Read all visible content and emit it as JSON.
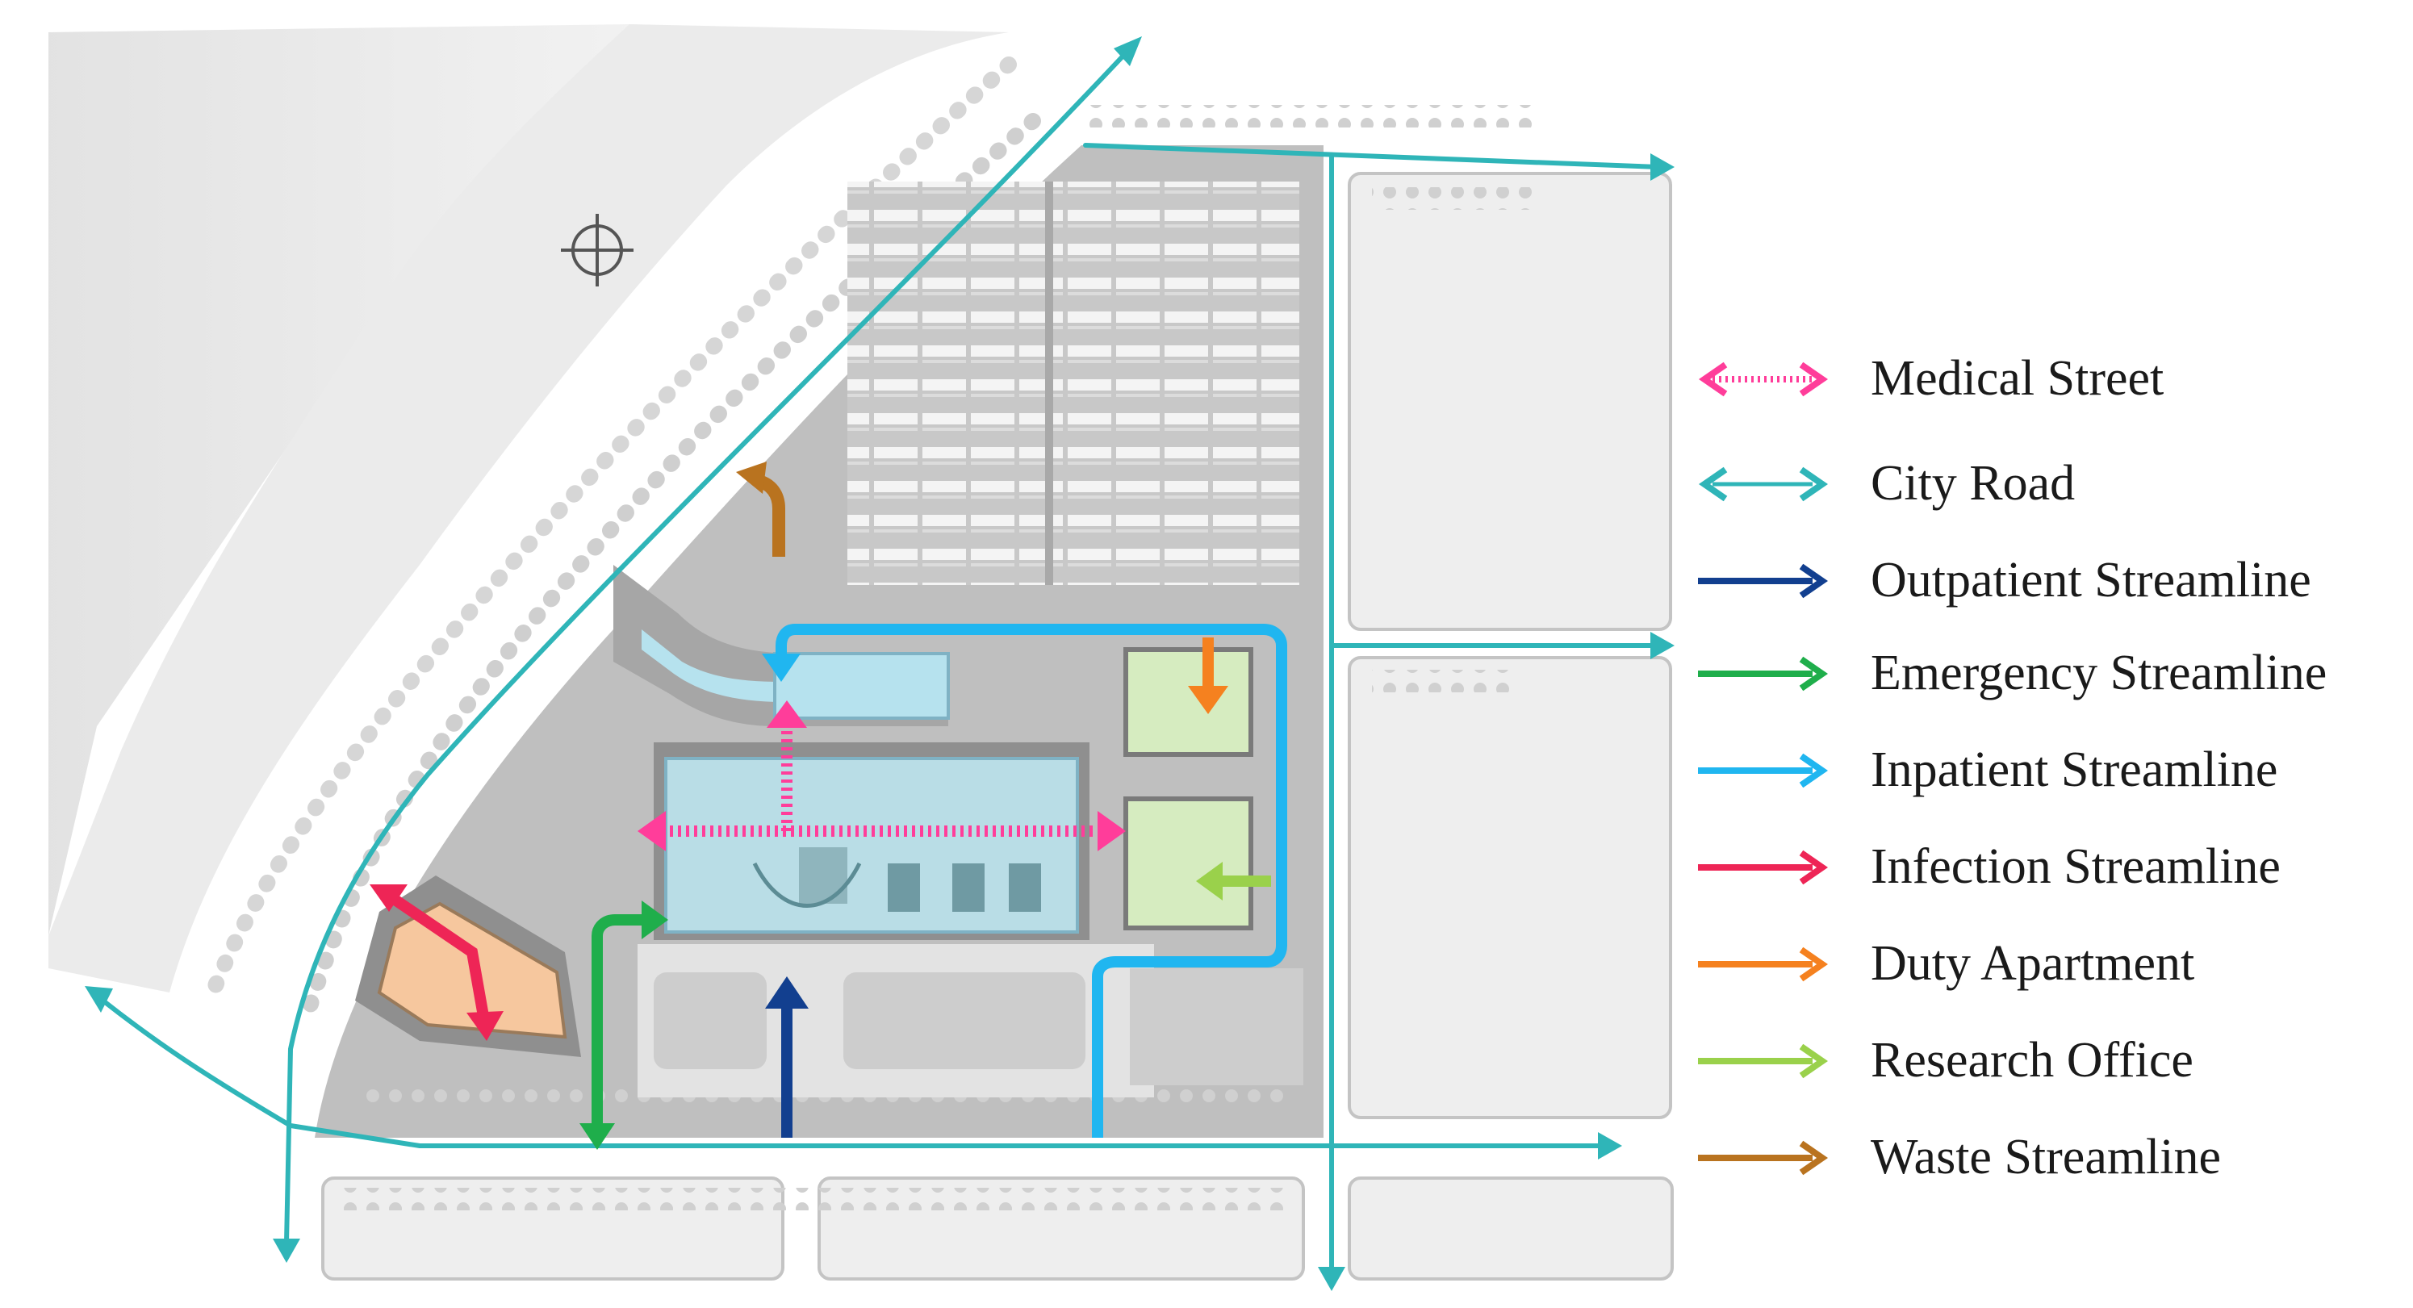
{
  "legend": {
    "items": [
      {
        "label": "Medical Street",
        "color": "#ff3d9a",
        "style": "dotted-double"
      },
      {
        "label": "City Road",
        "color": "#2fb5b8",
        "style": "double"
      },
      {
        "label": "Outpatient Streamline",
        "color": "#123f8f",
        "style": "single"
      },
      {
        "label": "Emergency Streamline",
        "color": "#1fae4b",
        "style": "single"
      },
      {
        "label": "Inpatient Streamline",
        "color": "#20b6f0",
        "style": "single"
      },
      {
        "label": "Infection Streamline",
        "color": "#ee2556",
        "style": "single"
      },
      {
        "label": "Duty Apartment",
        "color": "#f5811f",
        "style": "single"
      },
      {
        "label": "Research Office",
        "color": "#9ad14b",
        "style": "single"
      },
      {
        "label": "Waste Streamline",
        "color": "#b9731f",
        "style": "single"
      }
    ]
  },
  "colors": {
    "road": "#2fb5b8",
    "background": "#ffffff",
    "site": "#bdbdbd",
    "building_blue": "#b6e2ee",
    "building_green": "#d6ecc0",
    "building_peach": "#f6c79e"
  }
}
